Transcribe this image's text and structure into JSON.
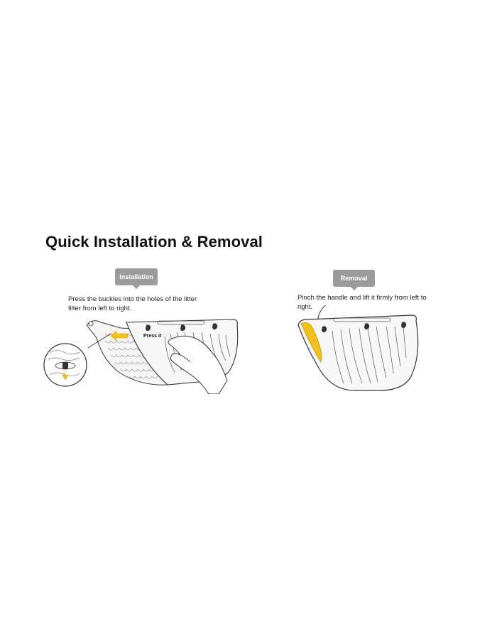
{
  "title": "Quick Installation & Removal",
  "installation": {
    "label": "Installation",
    "description": "Press the buckles into the holes of the litter filter from left to right.",
    "press_label": "Press it"
  },
  "removal": {
    "label": "Removal",
    "description": "Pinch the handle and lift it firmly from left to right."
  },
  "colors": {
    "accent": "#f2c21a",
    "pill": "#9b9b9b",
    "line": "#333333",
    "panel_fill": "#f7f7f7"
  }
}
